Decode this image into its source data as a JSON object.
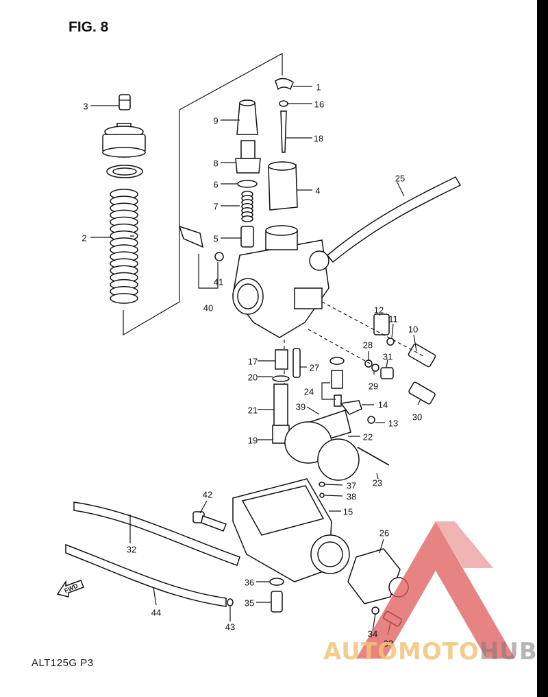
{
  "figure": {
    "title": "FIG. 8",
    "code": "ALT125G  P3"
  },
  "watermark": {
    "text_a": "AUTOMOTO",
    "text_b": "HUB",
    "color_a": "#F0C478",
    "color_b": "#777777",
    "logo_color": "#E05A5A"
  },
  "fwd_label": "FWD",
  "callouts": [
    "1",
    "2",
    "3",
    "4",
    "5",
    "6",
    "7",
    "8",
    "9",
    "10",
    "11",
    "12",
    "13",
    "14",
    "15",
    "16",
    "17",
    "18",
    "19",
    "20",
    "21",
    "22",
    "23",
    "24",
    "25",
    "26",
    "27",
    "28",
    "29",
    "30",
    "31",
    "32",
    "33",
    "34",
    "35",
    "36",
    "37",
    "38",
    "39",
    "40",
    "41",
    "42",
    "43",
    "44"
  ]
}
